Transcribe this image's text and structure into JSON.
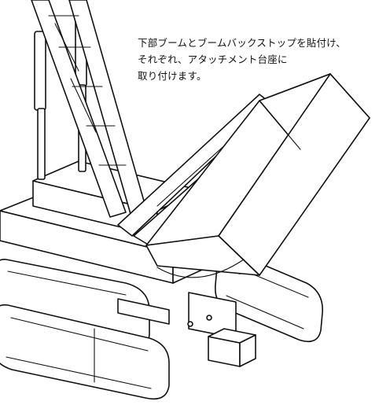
{
  "figure": {
    "subject": "crawler crane lower boom and boom backstop attachment"
  },
  "caption": {
    "lines": [
      "下部ブームとブームバックストップを貼付け、",
      "それぞれ、アタッチメント台座に",
      "取り付けます。"
    ]
  }
}
